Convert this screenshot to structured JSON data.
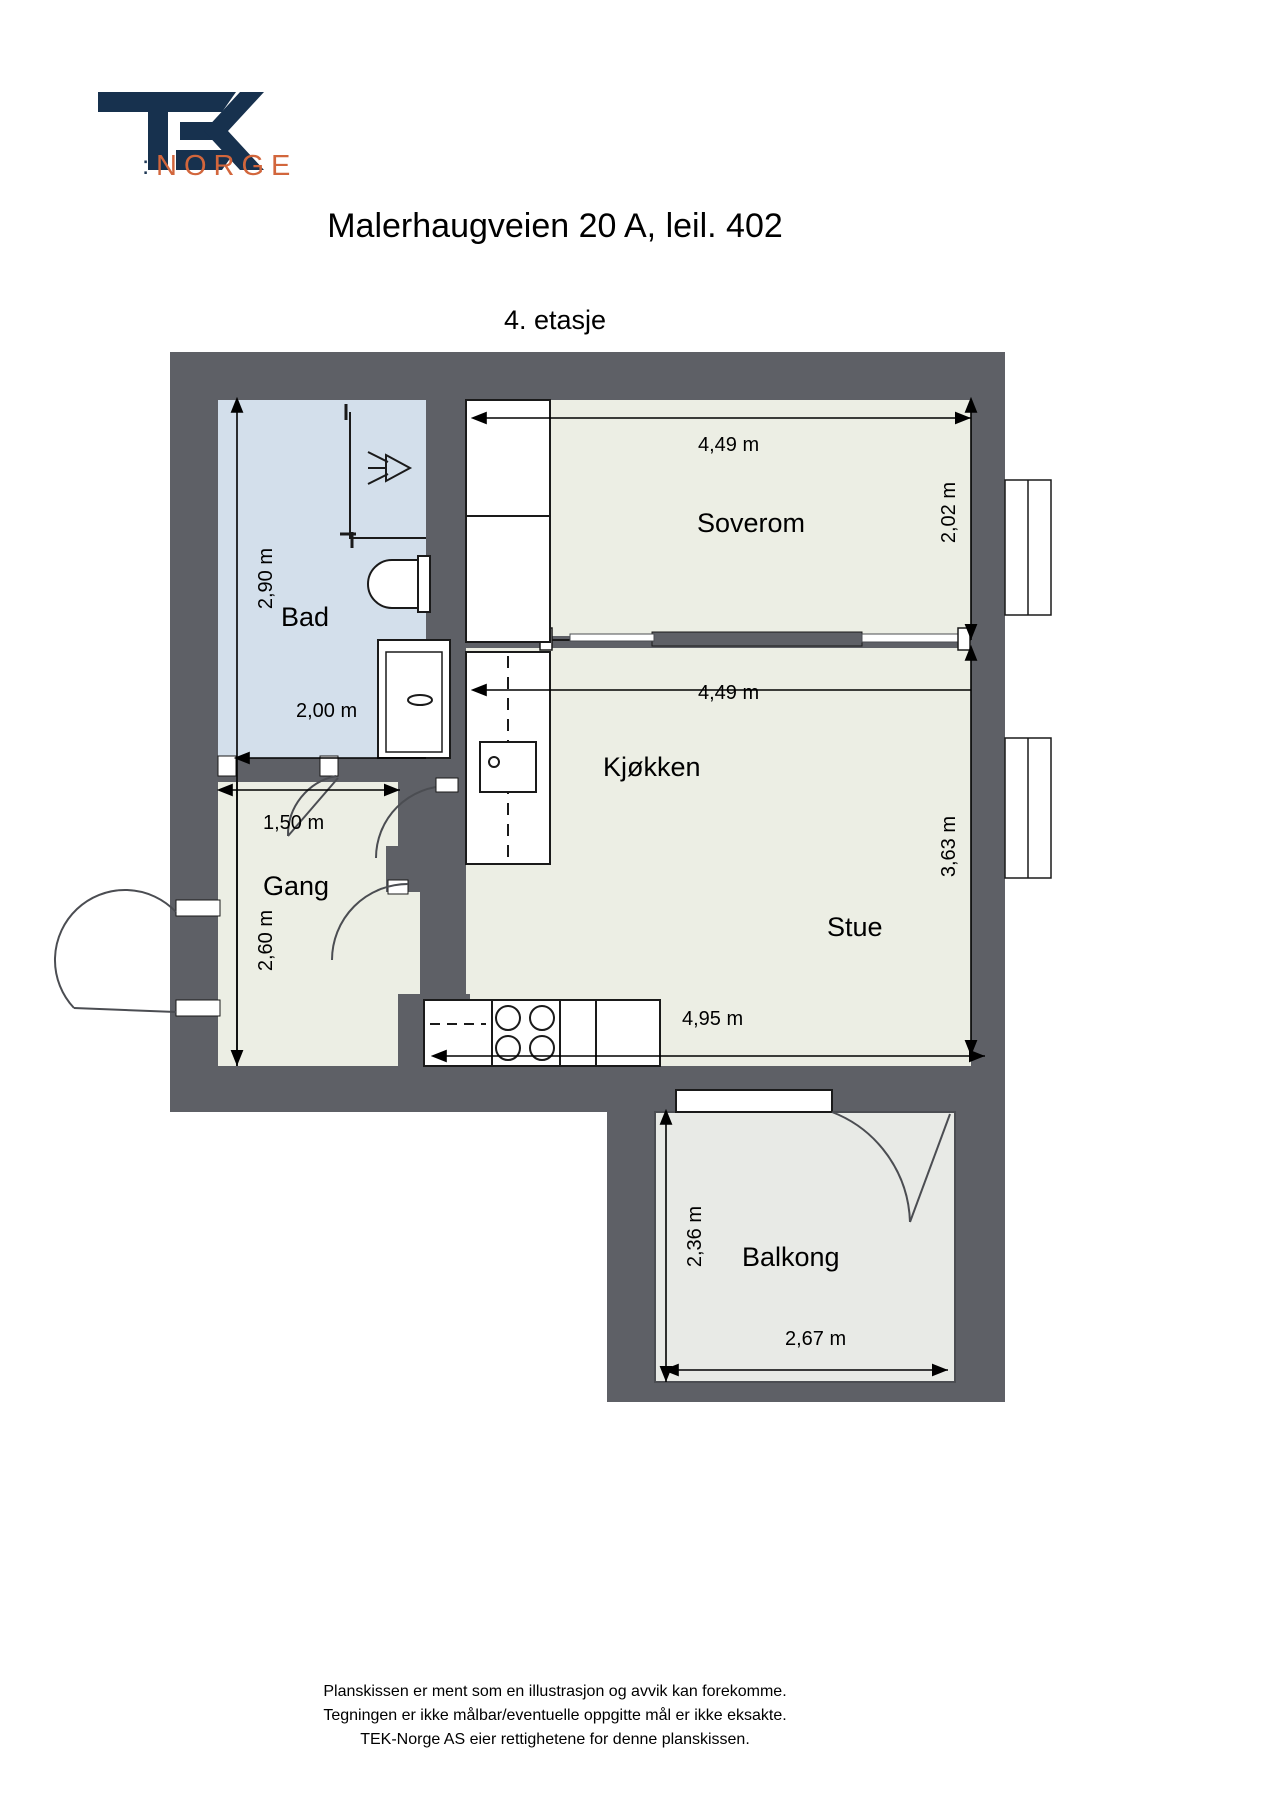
{
  "brand": {
    "name": "TEK",
    "sub": "NORGE",
    "dots": ":",
    "navy": "#17314e",
    "orange": "#d2663c"
  },
  "header": {
    "title": "Malerhaugveien 20 A, leil. 402",
    "floor": "4. etasje"
  },
  "rooms": [
    {
      "key": "bad",
      "label": "Bad"
    },
    {
      "key": "gang",
      "label": "Gang"
    },
    {
      "key": "soverom",
      "label": "Soverom"
    },
    {
      "key": "kjokken",
      "label": "Kjøkken"
    },
    {
      "key": "stue",
      "label": "Stue"
    },
    {
      "key": "balkong",
      "label": "Balkong"
    }
  ],
  "dimensions": {
    "bad_height": "2,90 m",
    "bad_width": "2,00 m",
    "gang_width": "1,50 m",
    "gang_height": "2,60 m",
    "soverom_width": "4,49 m",
    "soverom_height": "2,02 m",
    "kjokken_width": "4,49 m",
    "stue_height": "3,63 m",
    "stue_width": "4,95 m",
    "balkong_height": "2,36 m",
    "balkong_width": "2,67 m"
  },
  "colors": {
    "wall": "#5e6066",
    "floor_warm": "#eceee4",
    "floor_bath": "#d3dfeb",
    "floor_balcony": "#e8eae6",
    "line": "#1a1a1a",
    "window_fill": "#ffffff"
  },
  "footer": {
    "line1": "Planskissen er ment som en illustrasjon og avvik kan forekomme.",
    "line2": "Tegningen er ikke målbar/eventuelle oppgitte mål er ikke eksakte.",
    "line3": "TEK-Norge AS eier rettighetene for denne planskissen."
  },
  "icons": {
    "toilet": "toilet-icon",
    "shower": "shower-icon",
    "sink": "sink-icon",
    "stove": "stove-icon",
    "fan": "ventilation-icon",
    "door_swing": "door-swing-icon",
    "window": "window-icon"
  }
}
